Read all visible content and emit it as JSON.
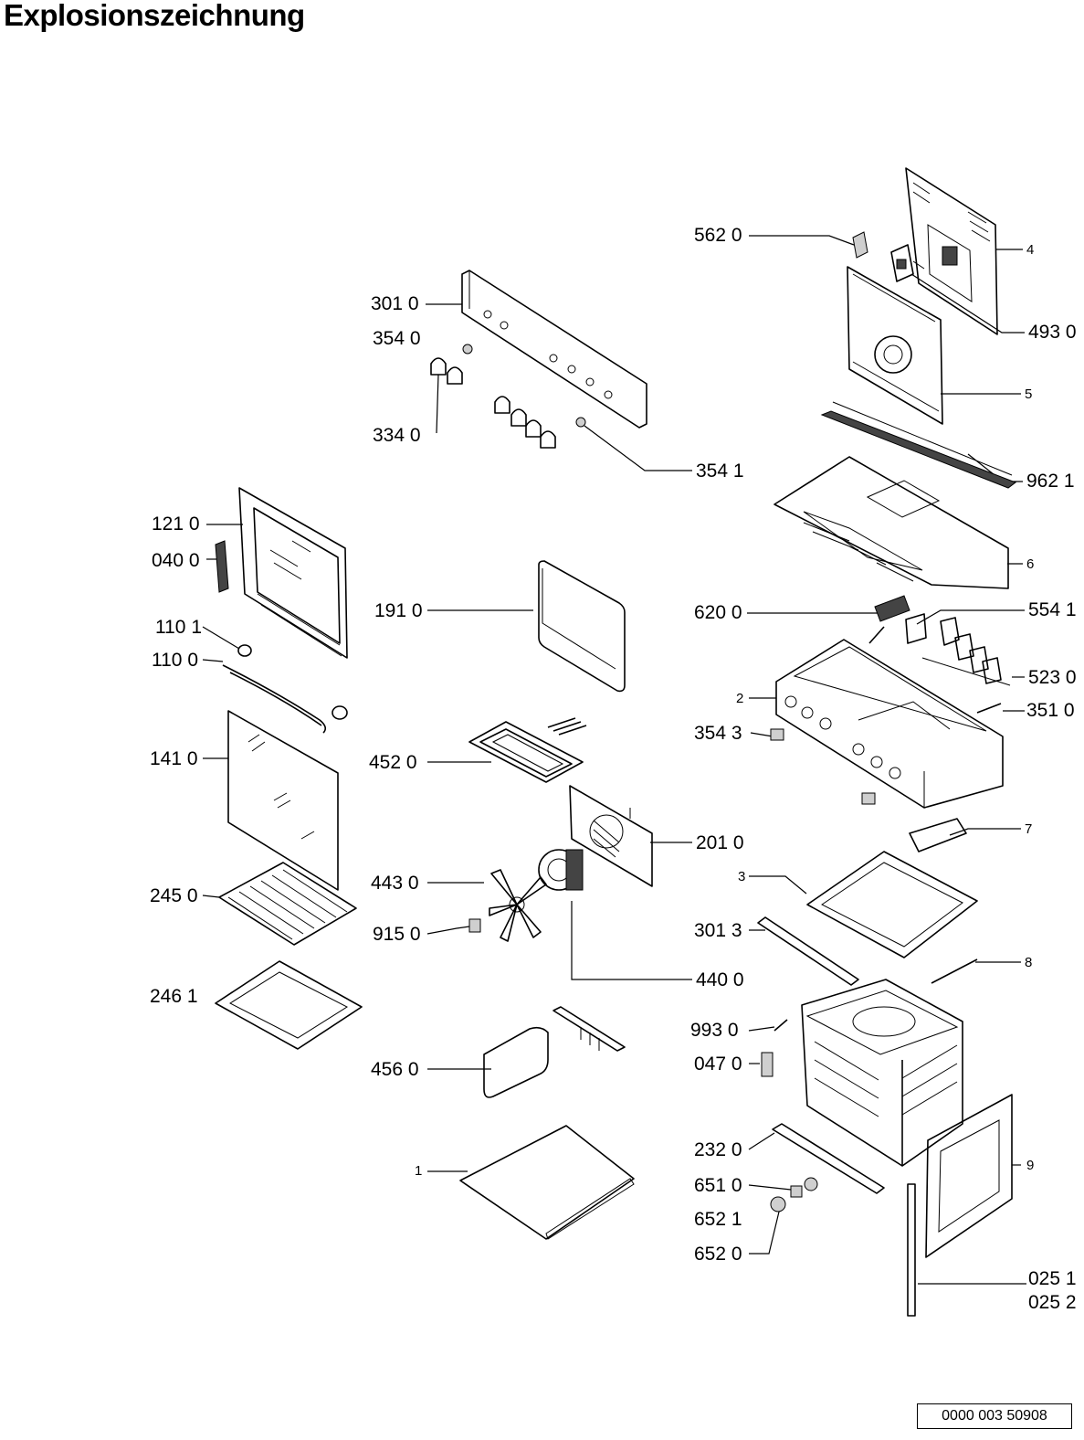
{
  "title": "Explosionszeichnung",
  "footer_code": "0000 003 50908",
  "labels": {
    "562_0": "562 0",
    "4": "4",
    "493_0": "493 0",
    "5": "5",
    "962_1": "962 1",
    "6": "6",
    "620_0": "620 0",
    "554_1": "554 1",
    "523_0": "523 0",
    "2": "2",
    "351_0": "351 0",
    "354_3": "354 3",
    "7": "7",
    "3": "3",
    "301_3": "301 3",
    "8": "8",
    "993_0": "993 0",
    "047_0": "047 0",
    "9": "9",
    "232_0": "232 0",
    "651_0": "651 0",
    "652_1": "652 1",
    "652_0": "652 0",
    "025_1": "025 1",
    "025_2": "025 2",
    "301_0": "301 0",
    "354_0": "354 0",
    "334_0": "334 0",
    "354_1": "354 1",
    "121_0": "121 0",
    "040_0": "040 0",
    "110_1": "110 1",
    "110_0": "110 0",
    "141_0": "141 0",
    "245_0": "245 0",
    "246_1": "246 1",
    "191_0": "191 0",
    "452_0": "452 0",
    "201_0": "201 0",
    "443_0": "443 0",
    "915_0": "915 0",
    "440_0": "440 0",
    "456_0": "456 0",
    "1": "1"
  }
}
